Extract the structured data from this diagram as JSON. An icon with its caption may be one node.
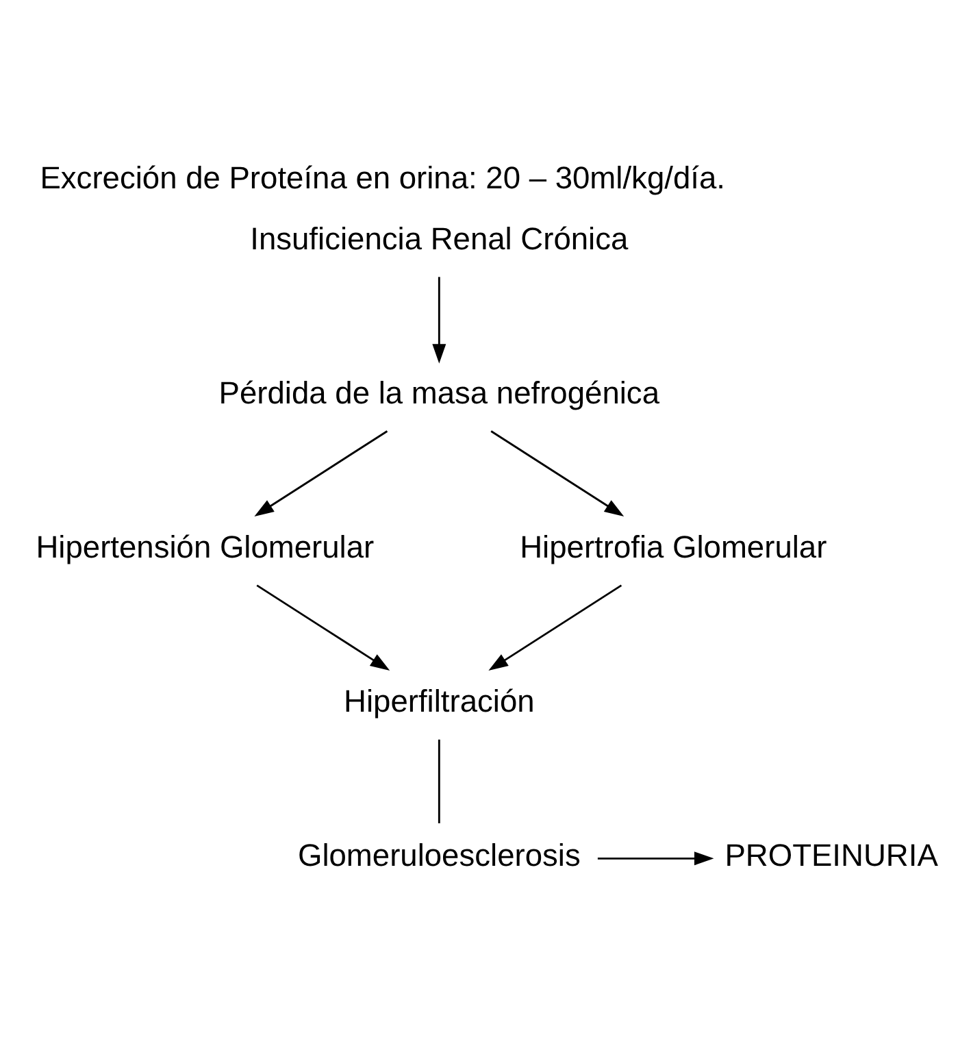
{
  "diagram": {
    "title": "Excreción de Proteína en orina: 20 – 30ml/kg/día.",
    "nodes": [
      {
        "text": [
          "Insuficiencia Renal Crónica"
        ]
      },
      {
        "text": [
          "Pérdida de la masa nefrogénica"
        ]
      },
      {
        "text": [
          "Hipertensión Glomerular"
        ]
      },
      {
        "text": [
          "Hipertrofia Glomerular"
        ]
      },
      {
        "text": [
          "Hiperfiltración"
        ]
      },
      {
        "text": [
          "Glomeruloesclerosis"
        ]
      },
      {
        "text": [
          "PROTEINURIA"
        ]
      }
    ],
    "edges": [
      {
        "from": 0,
        "to": 1,
        "arrow": "to"
      },
      {
        "from": 1,
        "to": 2,
        "arrow": "to"
      },
      {
        "from": 1,
        "to": 3,
        "arrow": "to"
      },
      {
        "from": 2,
        "to": 4,
        "arrow": "to"
      },
      {
        "from": 3,
        "to": 4,
        "arrow": "to"
      },
      {
        "from": 4,
        "to": 5,
        "arrow": "none"
      },
      {
        "from": 5,
        "to": 6,
        "arrow": "to"
      }
    ]
  }
}
